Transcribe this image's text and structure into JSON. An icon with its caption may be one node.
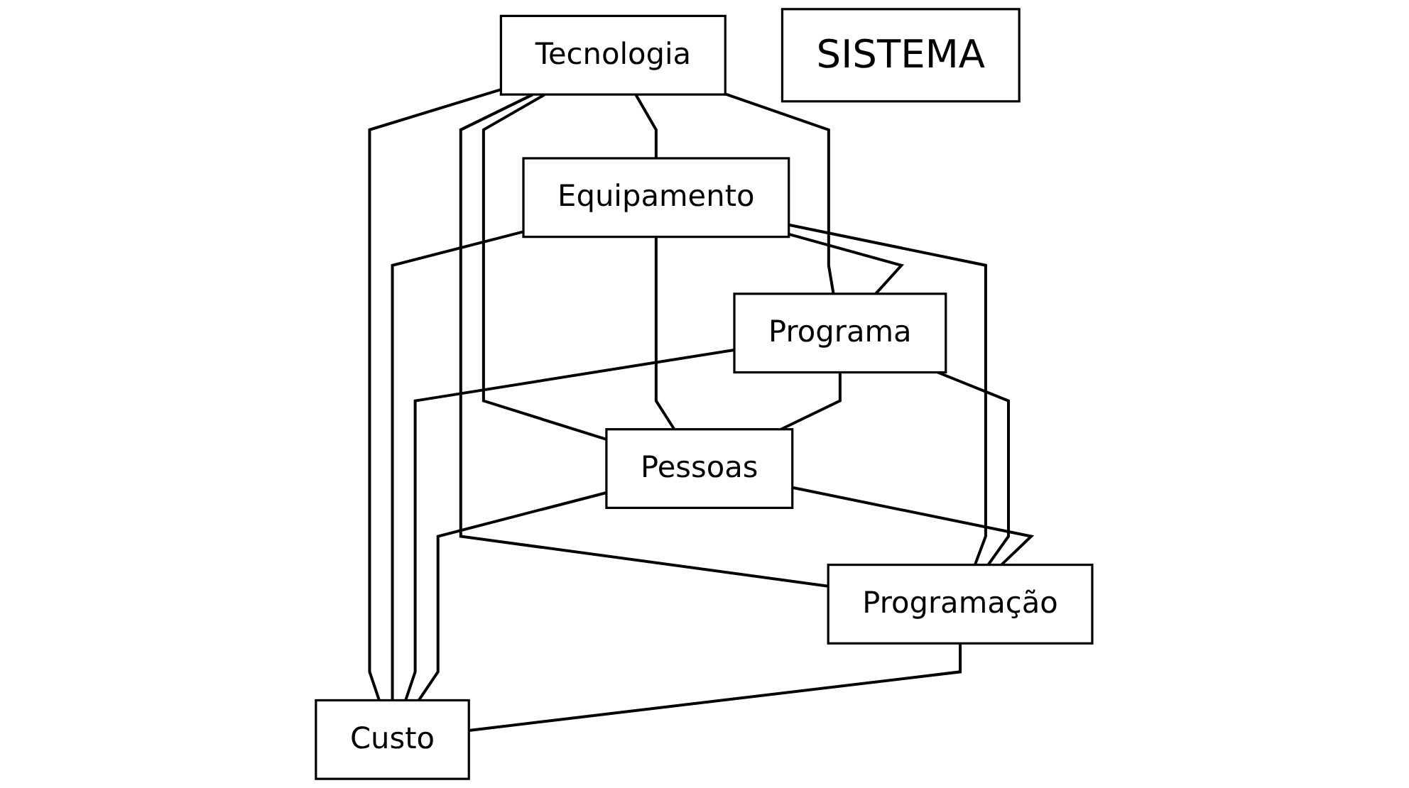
{
  "diagram": {
    "nodes": [
      {
        "text": [
          "Tecnologia"
        ]
      },
      {
        "text": [
          "Equipamento"
        ]
      },
      {
        "text": [
          "Programa"
        ]
      },
      {
        "text": [
          "SISTEMA"
        ]
      },
      {
        "text": [
          "Pessoas"
        ]
      },
      {
        "text": [
          "Programação"
        ]
      },
      {
        "text": [
          "Custo"
        ]
      }
    ],
    "edges": [
      {
        "from": 0,
        "to": 1,
        "arrow": "none"
      },
      {
        "from": 0,
        "to": 2,
        "arrow": "none"
      },
      {
        "from": 0,
        "to": 4,
        "arrow": "none"
      },
      {
        "from": 0,
        "to": 5,
        "arrow": "none"
      },
      {
        "from": 0,
        "to": 6,
        "arrow": "none"
      },
      {
        "from": 1,
        "to": 2,
        "arrow": "none"
      },
      {
        "from": 1,
        "to": 4,
        "arrow": "none"
      },
      {
        "from": 1,
        "to": 5,
        "arrow": "none"
      },
      {
        "from": 1,
        "to": 6,
        "arrow": "none"
      },
      {
        "from": 2,
        "to": 4,
        "arrow": "none"
      },
      {
        "from": 2,
        "to": 5,
        "arrow": "none"
      },
      {
        "from": 2,
        "to": 6,
        "arrow": "none"
      },
      {
        "from": 4,
        "to": 5,
        "arrow": "none"
      },
      {
        "from": 4,
        "to": 6,
        "arrow": "none"
      },
      {
        "from": 5,
        "to": 6,
        "arrow": "none"
      }
    ]
  }
}
